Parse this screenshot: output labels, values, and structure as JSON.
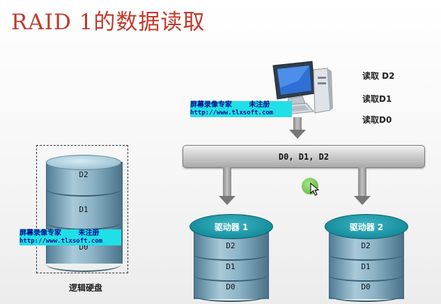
{
  "title": "RAID 1的数据读取",
  "read_ops": [
    "读取 D2",
    "读取D1",
    "读取D0"
  ],
  "bus_label": "D0, D1, D2",
  "logical_disk": {
    "label": "逻辑硬盘",
    "segments": [
      "D2",
      "D1",
      "D0"
    ]
  },
  "drives": [
    {
      "name": "驱动器 1",
      "segments": [
        "D2",
        "D1",
        "D0"
      ]
    },
    {
      "name": "驱动器 2",
      "segments": [
        "D2",
        "D1",
        "D0"
      ]
    }
  ],
  "watermark": {
    "line1": "屏幕录像专家",
    "line1_tag": "未注册",
    "line2": "http://www.tlxsoft.com"
  },
  "colors": {
    "title": "#c0392b",
    "drive_cap": "#168e9e",
    "cylinder": "#8db4c7",
    "watermark_bg": "#1fe0e6"
  }
}
